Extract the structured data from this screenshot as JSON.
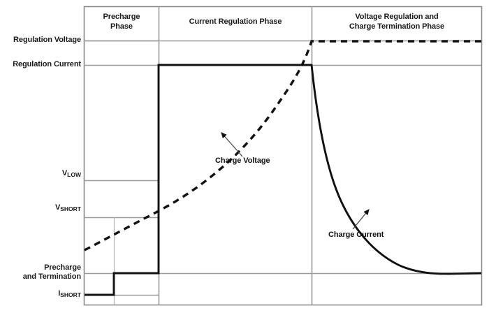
{
  "chart_data": {
    "type": "line",
    "title": "Battery Charging Profile",
    "xlabel": "",
    "ylabel": "",
    "grid": true,
    "legend_position": "inline-annotations",
    "x_range": [
      0,
      100
    ],
    "y_range": [
      0,
      100
    ],
    "phases": [
      {
        "name": "Precharge Phase",
        "label": "Precharge\nPhase",
        "x_start": 0,
        "x_end": 25
      },
      {
        "name": "Current Regulation Phase",
        "label": "Current Regulation Phase",
        "x_start": 25,
        "x_end": 57.2
      },
      {
        "name": "Voltage Regulation and Charge Termination Phase",
        "label": "Voltage Regulation and\nCharge Termination Phase",
        "x_start": 57.2,
        "x_end": 100
      }
    ],
    "y_levels": [
      {
        "key": "regulation_voltage",
        "label": "Regulation Voltage",
        "value": 88.5
      },
      {
        "key": "regulation_current",
        "label": "Regulation Current",
        "value": 80.4
      },
      {
        "key": "v_low",
        "label": "VLOW",
        "value": 41.8
      },
      {
        "key": "v_short",
        "label": "VSHORT",
        "value": 29.4
      },
      {
        "key": "precharge_termination",
        "label": "Precharge and Termination",
        "value": 10.8
      },
      {
        "key": "i_short",
        "label": "ISHORT",
        "value": 3.5
      }
    ],
    "series": [
      {
        "name": "Charge Voltage",
        "style": "dashed",
        "points": [
          [
            0.0,
            18.5
          ],
          [
            6.0,
            23.0
          ],
          [
            12.0,
            27.2
          ],
          [
            18.0,
            31.0
          ],
          [
            25.0,
            35.2
          ],
          [
            32.0,
            45.0
          ],
          [
            40.0,
            57.0
          ],
          [
            48.0,
            71.0
          ],
          [
            54.0,
            82.0
          ],
          [
            57.2,
            88.5
          ],
          [
            70.0,
            88.5
          ],
          [
            85.0,
            88.5
          ],
          [
            100.0,
            88.5
          ]
        ]
      },
      {
        "name": "Charge Current",
        "style": "solid",
        "points": [
          [
            0.0,
            3.5
          ],
          [
            7.5,
            3.5
          ],
          [
            7.6,
            10.8
          ],
          [
            25.0,
            10.8
          ],
          [
            25.1,
            80.4
          ],
          [
            40.0,
            80.4
          ],
          [
            57.2,
            80.4
          ],
          [
            60.0,
            62.0
          ],
          [
            64.0,
            48.0
          ],
          [
            69.0,
            36.0
          ],
          [
            75.0,
            26.0
          ],
          [
            82.0,
            18.0
          ],
          [
            90.0,
            13.5
          ],
          [
            95.0,
            11.6
          ],
          [
            100.0,
            10.9
          ]
        ]
      }
    ],
    "annotations": [
      {
        "text": "Charge Voltage",
        "target_series": "Charge Voltage"
      },
      {
        "text": "Charge Current",
        "target_series": "Charge Current"
      }
    ]
  },
  "labels": {
    "regulation_voltage": "Regulation Voltage",
    "regulation_current": "Regulation Current",
    "v_low_main": "V",
    "v_low_sub": "LOW",
    "v_short_main": "V",
    "v_short_sub": "SHORT",
    "i_short_main": "I",
    "i_short_sub": "SHORT",
    "precharge_line1": "Precharge",
    "precharge_line2": "and Termination"
  },
  "phase_titles": {
    "precharge_line1": "Precharge",
    "precharge_line2": "Phase",
    "current_regulation": "Current Regulation Phase",
    "voltage_regulation_line1": "Voltage Regulation and",
    "voltage_regulation_line2": "Charge Termination Phase"
  },
  "annotations": {
    "charge_voltage": "Charge Voltage",
    "charge_current": "Charge Current"
  },
  "colors": {
    "curve": "#111111",
    "grid": "#9a9a9a",
    "border": "#8c8c8c",
    "text": "#1a1a1a",
    "leader": "#444444",
    "background": "#ffffff"
  }
}
